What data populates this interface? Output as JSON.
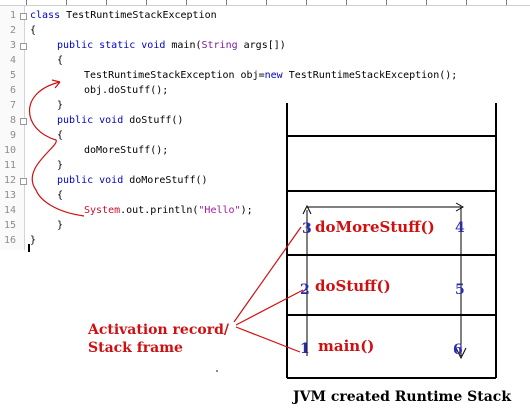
{
  "editor": {
    "line_numbers": [
      "1",
      "2",
      "3",
      "4",
      "5",
      "6",
      "7",
      "8",
      "9",
      "10",
      "11",
      "12",
      "13",
      "14",
      "15",
      "16"
    ],
    "code": {
      "l1_kw": "class ",
      "l1_name": "TestRuntimeStackException",
      "l2": "{",
      "l3_kw": "public static void ",
      "l3_name": "main(",
      "l3_type": "String",
      "l3_rest": " args[])",
      "l4": "{",
      "l5_a": "TestRuntimeStackException obj=",
      "l5_kw": "new",
      "l5_b": " TestRuntimeStackException();",
      "l6": "obj.doStuff();",
      "l7": "}",
      "l8_kw": "public void ",
      "l8_name": "doStuff()",
      "l9": "{",
      "l10": "doMoreStuff();",
      "l11": "}",
      "l12_kw": "public void ",
      "l12_name": "doMoreStuff()",
      "l13": "{",
      "l14_sys": "System",
      "l14_a": ".out.println(",
      "l14_str": "\"Hello\"",
      "l14_b": ");",
      "l15": "}",
      "l16": "}"
    }
  },
  "diagram": {
    "stack_frames": [
      {
        "method": "doMoreStuff()",
        "left_number": "3",
        "right_number": "4"
      },
      {
        "method": "doStuff()",
        "left_number": "2",
        "right_number": "5"
      },
      {
        "method": "main()",
        "left_number": "1",
        "right_number": "6"
      }
    ],
    "annotation_line1": "Activation record/",
    "annotation_line2": "Stack frame",
    "caption": "JVM created Runtime Stack",
    "colors": {
      "frame_text": "#d01010",
      "numbers": "#2c2caa",
      "annotation": "#d01010",
      "handdrawn": "#d01010",
      "stack_border": "#000000"
    }
  }
}
